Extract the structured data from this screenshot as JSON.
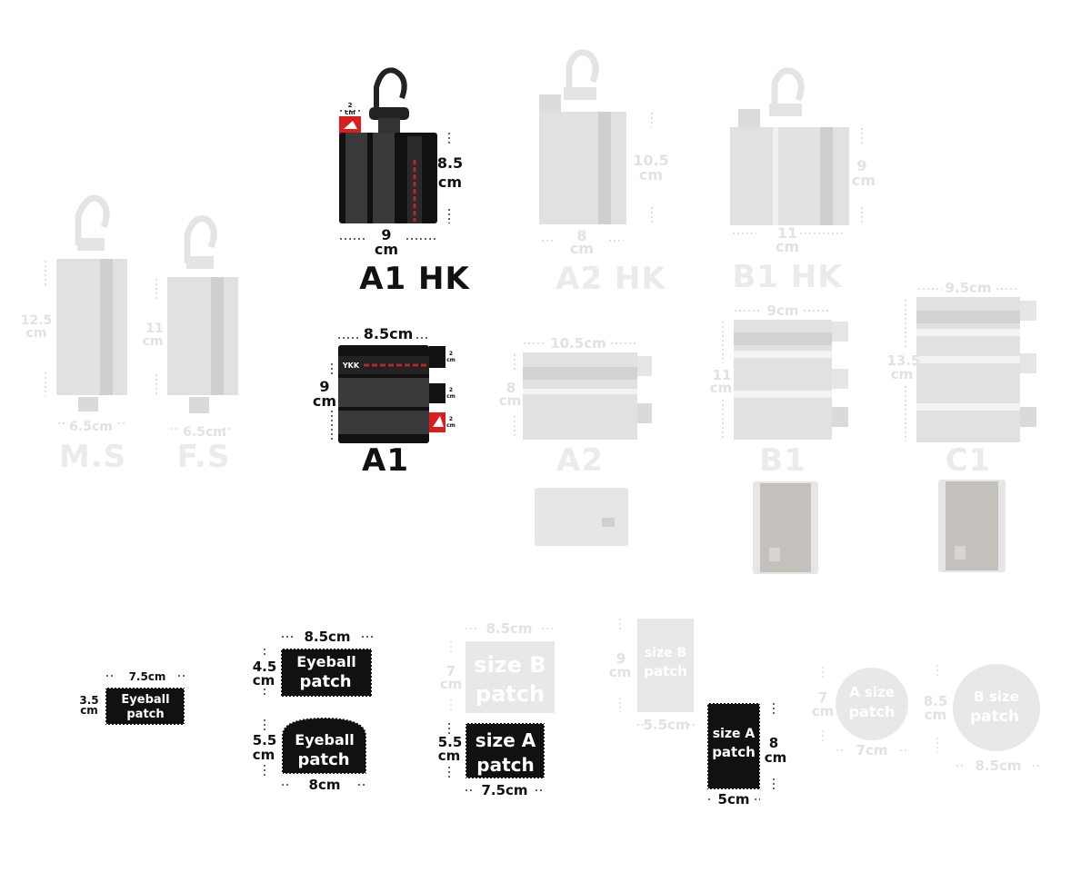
{
  "colors": {
    "active": "#111111",
    "faded_body": "#dddddd",
    "faded_text": "#e6e6e6",
    "brand_red": "#d81e1e",
    "stripe_red": "#b22a2a",
    "panel_dark": "#3a3a3a"
  },
  "products": {
    "ms": {
      "name": "M.S",
      "height": "12.5",
      "height_unit": "cm",
      "width": "6.5cm"
    },
    "fs": {
      "name": "F.S",
      "height": "11",
      "height_unit": "cm",
      "width": "6.5cm"
    },
    "a1hk": {
      "name": "A1 HK",
      "height": "8.5",
      "height_unit": "cm",
      "width": "9",
      "width_unit": "cm",
      "tab": "2",
      "tab_unit": "cm"
    },
    "a2hk": {
      "name": "A2 HK",
      "height": "10.5",
      "height_unit": "cm",
      "width": "8",
      "width_unit": "cm"
    },
    "b1hk": {
      "name": "B1 HK",
      "height": "9",
      "height_unit": "cm",
      "width": "11",
      "width_unit": "cm"
    },
    "a1": {
      "name": "A1",
      "width": "8.5cm",
      "height": "9",
      "height_unit": "cm",
      "tab": "2",
      "tab_unit": "cm",
      "brand_label": "YKK"
    },
    "a2": {
      "name": "A2",
      "width": "10.5cm",
      "height": "8",
      "height_unit": "cm"
    },
    "b1": {
      "name": "B1",
      "width": "9cm",
      "height": "11",
      "height_unit": "cm"
    },
    "c1": {
      "name": "C1",
      "width": "9.5cm",
      "height": "13.5",
      "height_unit": "cm"
    }
  },
  "patches": {
    "eyeball_small": {
      "line1": "Eyeball",
      "line2": "patch",
      "width": "7.5cm",
      "height": "3.5",
      "height_unit": "cm"
    },
    "eyeball_rect": {
      "line1": "Eyeball",
      "line2": "patch",
      "width": "8.5cm",
      "height": "4.5",
      "height_unit": "cm"
    },
    "eyeball_arch": {
      "line1": "Eyeball",
      "line2": "patch",
      "width": "8cm",
      "height": "5.5",
      "height_unit": "cm"
    },
    "size_b": {
      "line1": "size B",
      "line2": "patch",
      "width": "8.5cm",
      "height": "7",
      "height_unit": "cm"
    },
    "size_a": {
      "line1": "size A",
      "line2": "patch",
      "width": "7.5cm",
      "height": "5.5",
      "height_unit": "cm"
    },
    "size_b_tall": {
      "line1": "size B",
      "line2": "patch",
      "width": "5.5cm",
      "height": "9",
      "height_unit": "cm"
    },
    "size_a_tall": {
      "line1": "size A",
      "line2": "patch",
      "width": "5cm",
      "height": "8",
      "height_unit": "cm"
    },
    "circle_a": {
      "line1": "A size",
      "line2": "patch",
      "width": "7cm",
      "height": "7",
      "height_unit": "cm"
    },
    "circle_b": {
      "line1": "B size",
      "line2": "patch",
      "width": "8.5cm",
      "height": "8.5",
      "height_unit": "cm"
    }
  }
}
